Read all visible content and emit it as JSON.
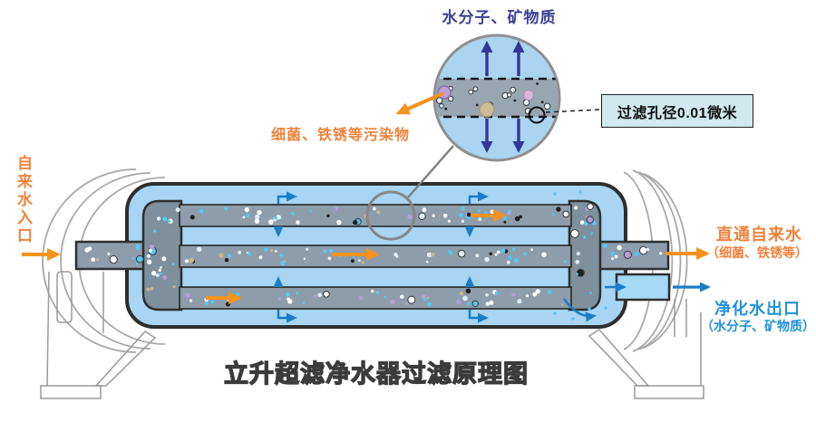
{
  "diagram_title": "立升超滤净水器过滤原理图",
  "magnifier": {
    "top_label": "水分子、矿物质",
    "contaminant_label": "细菌、铁锈等污染物",
    "pore_callout": "过滤孔径0.01微米"
  },
  "inlet_label": "自来水入口",
  "direct_outlet": {
    "label": "直通自来水",
    "sublabel": "（细菌、铁锈等）"
  },
  "purified_outlet": {
    "label": "净化水出口",
    "sublabel": "（水分子、矿物质）"
  },
  "colors": {
    "housing_fill": "#a7d5f3",
    "membrane_gray": "#8d9dab",
    "collector_gray": "#7e909d",
    "outline_dark": "#2e2e2e",
    "flow_orange": "#f6921e",
    "permeate_blue": "#1b7cc7",
    "molecule_navy": "#34349c",
    "label_orange": "#f0823c",
    "label_blue": "#2191da",
    "label_navy": "#3d3f96",
    "callout_bg": "#cfe9ed",
    "magnifier_fill": "#abd4f0"
  }
}
